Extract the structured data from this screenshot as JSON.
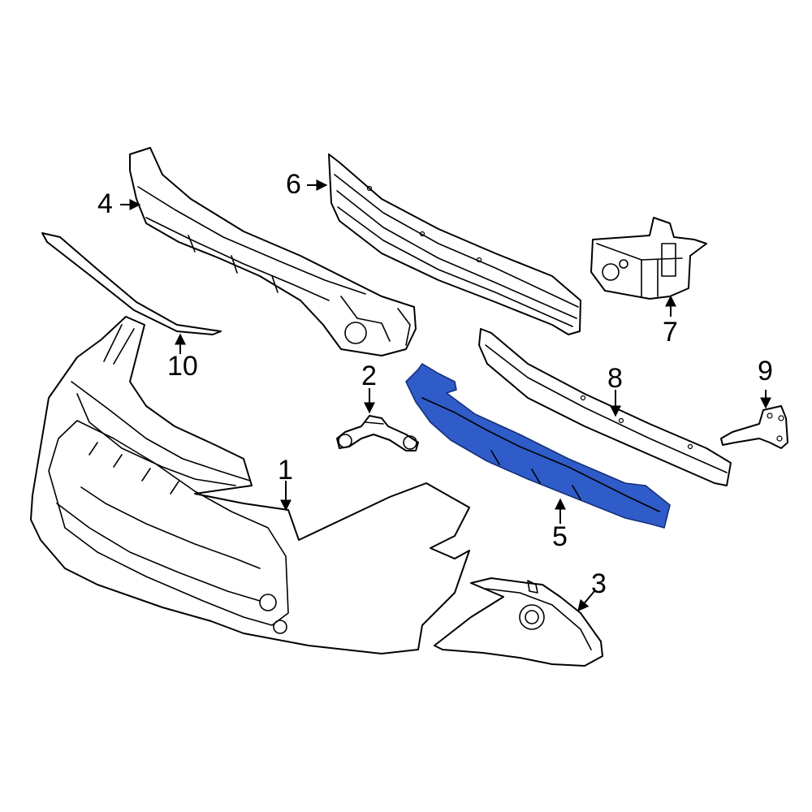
{
  "highlight_color": "#2f5cc8",
  "callouts": {
    "c1": "1",
    "c2": "2",
    "c3": "3",
    "c4": "4",
    "c5": "5",
    "c6": "6",
    "c7": "7",
    "c8": "8",
    "c9": "9",
    "c10": "10"
  }
}
